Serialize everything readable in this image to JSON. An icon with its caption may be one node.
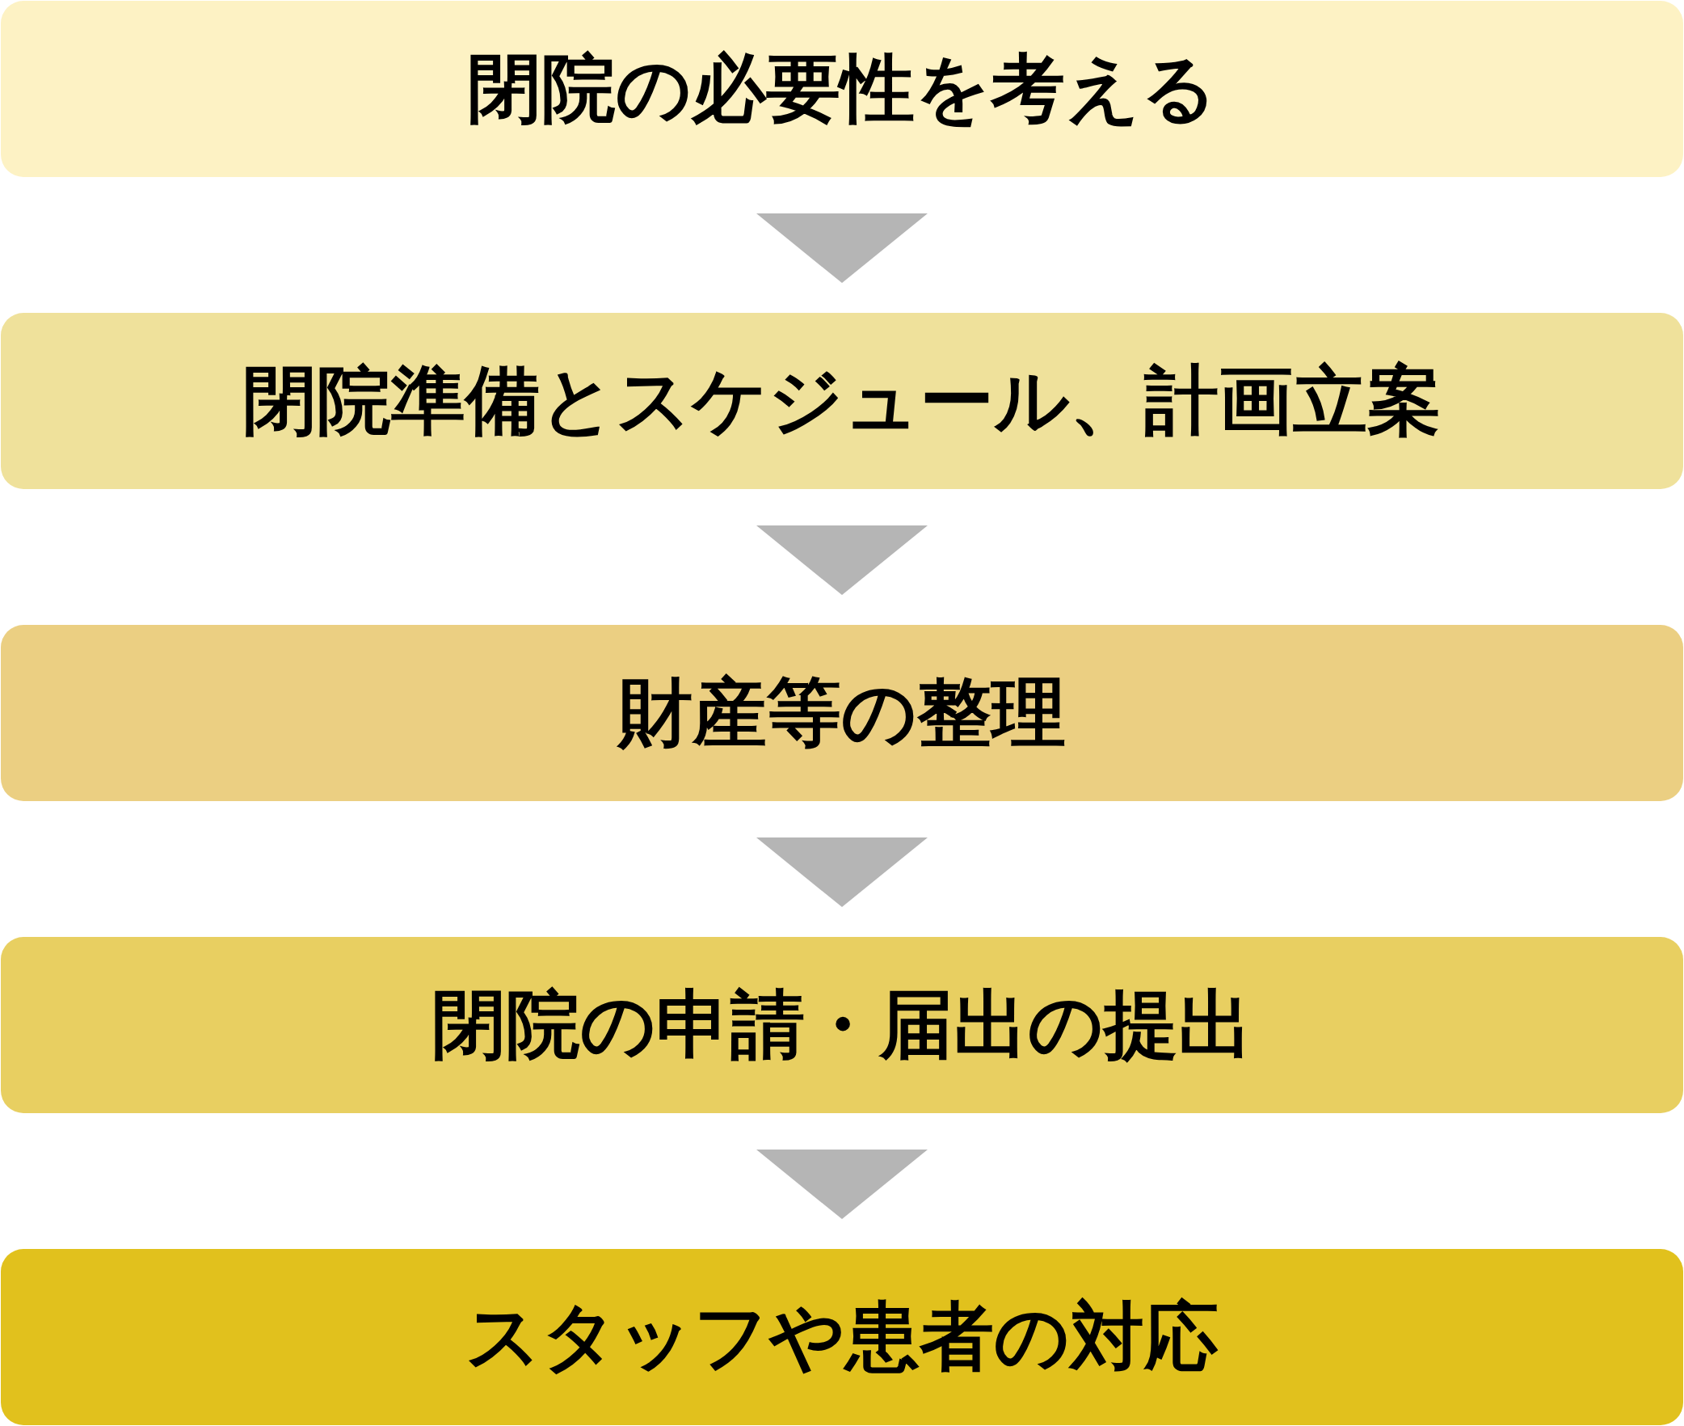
{
  "diagram": {
    "nodes": [
      {
        "text": [
          "閉院の必要性を考える"
        ]
      },
      {
        "text": [
          "閉院準備とスケジュール、計画立案"
        ]
      },
      {
        "text": [
          "財産等の整理"
        ]
      },
      {
        "text": [
          "閉院の申請・届出の提出"
        ]
      },
      {
        "text": [
          "スタッフや患者の対応"
        ]
      }
    ],
    "edges": [
      {
        "from": 0,
        "to": 1,
        "arrow": "to"
      },
      {
        "from": 1,
        "to": 2,
        "arrow": "to"
      },
      {
        "from": 2,
        "to": 3,
        "arrow": "to"
      },
      {
        "from": 3,
        "to": 4,
        "arrow": "to"
      }
    ]
  }
}
